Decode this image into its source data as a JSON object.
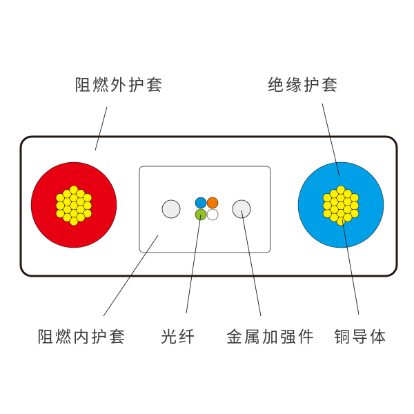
{
  "diagram": {
    "type": "flat cable cross-section",
    "labels": {
      "outer_sheath": "阻燃外护套",
      "insulation": "绝缘护套",
      "inner_sheath": "阻燃内护套",
      "optical_fiber": "光纤",
      "strength_member": "金属加强件",
      "copper_conductor": "铜导体"
    },
    "colors": {
      "outline": "#231815",
      "left_insulation": "#e60012",
      "right_insulation": "#00a0e9",
      "conductor_strand": "#fff100",
      "strength_member_fill": "#eeeeee",
      "fiber_blue": "#0095d9",
      "fiber_orange": "#ee7800",
      "fiber_green": "#8fc31f",
      "fiber_white": "#ffffff",
      "label_text": "#3a3a3a"
    },
    "components": {
      "conductors": 2,
      "strands_per_conductor": 19,
      "optical_fibers": 4,
      "strength_members": 2
    }
  }
}
